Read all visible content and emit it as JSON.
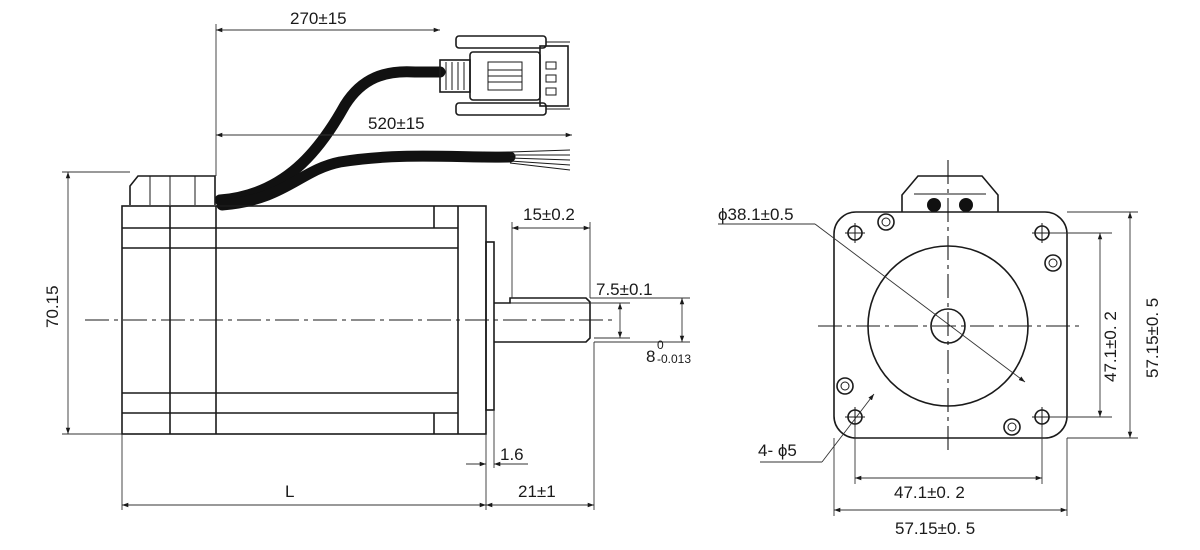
{
  "side_view": {
    "dim_cable_connector": "270±15",
    "dim_cable_leads": "520±15",
    "dim_shaft_length": "15±0.2",
    "dim_shaft_flat": "7.5±0.1",
    "dim_shaft_dia": "8",
    "dim_shaft_tol_upper": "0",
    "dim_shaft_tol_lower": "-0.013",
    "dim_pilot": "1.6",
    "dim_body_length": "L",
    "dim_shaft_ext": "21±1",
    "dim_height": "70.15"
  },
  "front_view": {
    "dim_pilot_dia": "ϕ38.1±0.5",
    "dim_hole_spacing_v": "47.1±0. 2",
    "dim_flange_v": "57.15±0. 5",
    "dim_holes": "4- ϕ5",
    "dim_hole_spacing_h": "47.1±0. 2",
    "dim_flange_h": "57.15±0. 5"
  }
}
